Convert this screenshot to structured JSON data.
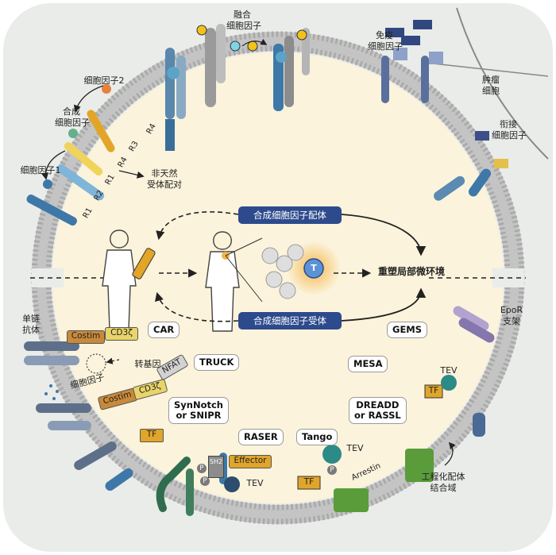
{
  "top": {
    "fusion": [
      "融合",
      "细胞因子"
    ],
    "immune": [
      "免疫",
      "细胞因子"
    ],
    "tumor": [
      "肿瘤",
      "细胞"
    ],
    "adaptor": [
      "衔接",
      "细胞因子"
    ]
  },
  "left_top": {
    "cytokine2": "细胞因子2",
    "synthetic": [
      "合成",
      "细胞因子"
    ],
    "cytokine1": "细胞因子1",
    "nonnatural": [
      "非天然",
      "受体配对"
    ],
    "r4a": "R4",
    "r3": "R3",
    "r4b": "R4",
    "r1a": "R1",
    "r2": "R2",
    "r1b": "R1"
  },
  "center": {
    "ligand_pill": "合成细胞因子配体",
    "receptor_pill": "合成细胞因子受体",
    "remodel": "重塑局部微环境",
    "t_label": "T"
  },
  "platforms": [
    "CAR",
    "TRUCK",
    "SynNotch\nor SNIPR",
    "RASER",
    "Tango",
    "GEMS",
    "MESA",
    "DREADD\nor RASSL"
  ],
  "left_bottom": {
    "scfv": [
      "单链",
      "抗体"
    ],
    "costim1": "Costim",
    "cd3z1": "CD3ζ",
    "transgene": "转基因",
    "cytokine": "细胞因子",
    "nfat": "NFAT",
    "costim2": "Costim",
    "cd3z2": "CD3ζ",
    "tf": "TF"
  },
  "bottom": {
    "effector": "Effector",
    "sh2": "SH2",
    "p1": "P",
    "p2": "P",
    "tev1": "TEV",
    "tev2": "TEV",
    "arrestin": "Arrestin",
    "tf": "TF",
    "p3": "P"
  },
  "right_bottom": {
    "epor": [
      "EpoR",
      "支架"
    ],
    "tev": "TEV",
    "tf": "TF",
    "engineered": [
      "工程化配体",
      "结合域"
    ]
  },
  "colors": {
    "cytoplasm": "#fbf3db",
    "membrane": "#b9b9b9",
    "pill": "#2d4a8c",
    "receptor_blue": "#3e78a8",
    "tf_yellow": "#e0a52a",
    "tev_teal": "#2c8a87",
    "gpcr_green": "#5a9c3a"
  }
}
